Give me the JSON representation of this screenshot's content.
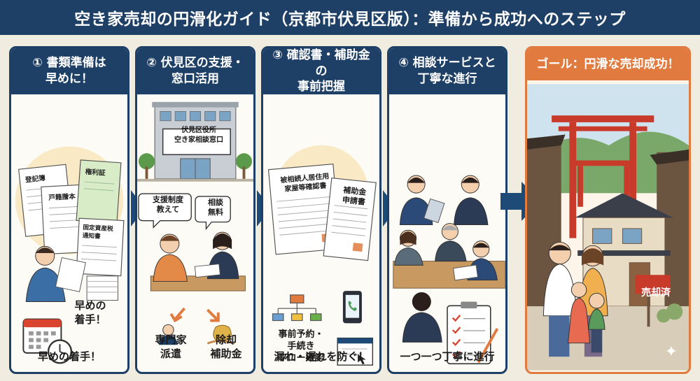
{
  "title": "空き家売却の円滑化ガイド（京都市伏見区版）：準備から成功へのステップ",
  "steps": [
    {
      "header": "① 書類準備は\n早めに！",
      "docs": [
        "登記簿",
        "戸籍謄本",
        "権利証",
        "固定資産税\n通知書"
      ],
      "calendar_label": "早めの\n着手！",
      "caption": "早めの着手！"
    },
    {
      "header": "② 伏見区の支援・\n窓口活用",
      "building_sign": "伏見区役所\n空き家相談窓口",
      "bubble_left": "支援制度\n教えて",
      "bubble_right": "相談\n無料",
      "icon_left": "専門家\n派遣",
      "icon_right": "除却\n補助金"
    },
    {
      "header": "③ 確認書・補助金の\n事前把握",
      "doc_left": "被相続人居住用\n家屋等確認書",
      "doc_right": "補助金\n申請書",
      "flow_label": "事前予約・\n手続き\nフロー確認",
      "caption": "漏れ・遅れを防ぐ！"
    },
    {
      "header": "④ 相談サービスと\n丁寧な進行",
      "caption": "一つ一つ丁寧に進行"
    }
  ],
  "goal": {
    "header": "ゴール：円滑な売却成功！",
    "sold_sign": "売却済"
  },
  "colors": {
    "navy": "#1e3f66",
    "orange": "#e07a3e",
    "background": "#f1ece0"
  }
}
